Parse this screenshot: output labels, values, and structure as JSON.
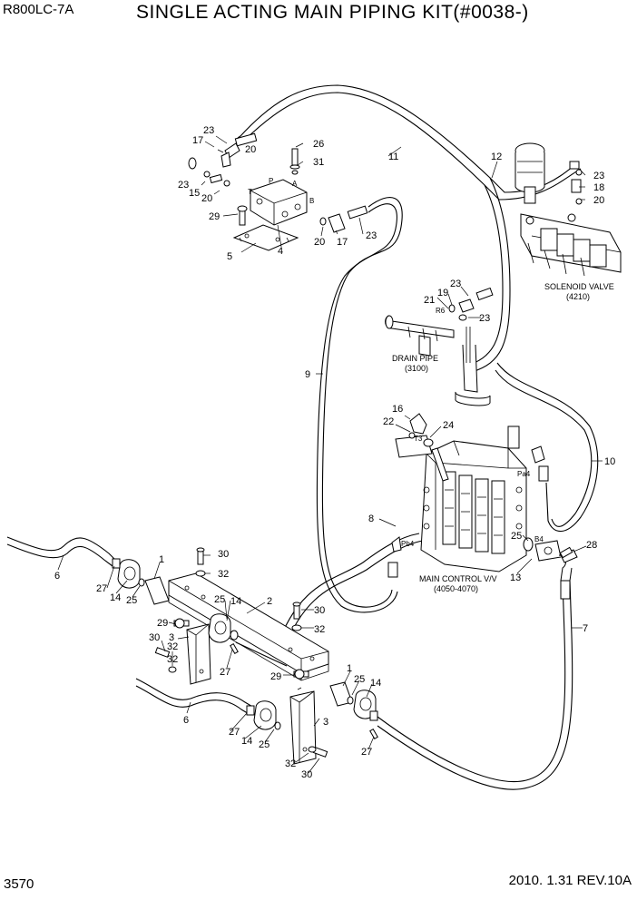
{
  "header": {
    "model": "R800LC-7A",
    "title": "SINGLE ACTING MAIN PIPING KIT(#0038-)"
  },
  "footer": {
    "page_number": "3570",
    "date_revision": "2010. 1.31  REV.10A"
  },
  "components": {
    "solenoid_valve": {
      "label": "SOLENOID VALVE",
      "code": "(4210)"
    },
    "drain_pipe": {
      "label": "DRAIN PIPE",
      "code": "(3100)"
    },
    "main_control_valve": {
      "label": "MAIN CONTROL V/V",
      "code": "(4050-4070)"
    }
  },
  "port_labels": {
    "p": "P",
    "t": "T",
    "a": "A",
    "b": "B",
    "r6": "R6",
    "t3": "T3",
    "pa4": "Pa4",
    "pb4": "Pb4",
    "b4": "B4"
  },
  "callouts": {
    "c1a": "1",
    "c1b": "1",
    "c2": "2",
    "c3a": "3",
    "c3b": "3",
    "c4": "4",
    "c5": "5",
    "c6a": "6",
    "c6b": "6",
    "c7": "7",
    "c8": "8",
    "c9": "9",
    "c10": "10",
    "c11": "11",
    "c12": "12",
    "c13": "13",
    "c14a": "14",
    "c14b": "14",
    "c14c": "14",
    "c14d": "14",
    "c15": "15",
    "c16": "16",
    "c17a": "17",
    "c17b": "17",
    "c18": "18",
    "c19": "19",
    "c20a": "20",
    "c20b": "20",
    "c20c": "20",
    "c20d": "20",
    "c21": "21",
    "c22": "22",
    "c23a": "23",
    "c23b": "23",
    "c23c": "23",
    "c23d": "23",
    "c23e": "23",
    "c23f": "23",
    "c24": "24",
    "c25a": "25",
    "c25b": "25",
    "c25c": "25",
    "c25d": "25",
    "c25e": "25",
    "c26": "26",
    "c27a": "27",
    "c27b": "27",
    "c27c": "27",
    "c27d": "27",
    "c28": "28",
    "c29a": "29",
    "c29b": "29",
    "c29c": "29",
    "c30a": "30",
    "c30b": "30",
    "c30c": "30",
    "c30d": "30",
    "c31": "31",
    "c32a": "32",
    "c32b": "32",
    "c32c": "32",
    "c32d": "32"
  }
}
